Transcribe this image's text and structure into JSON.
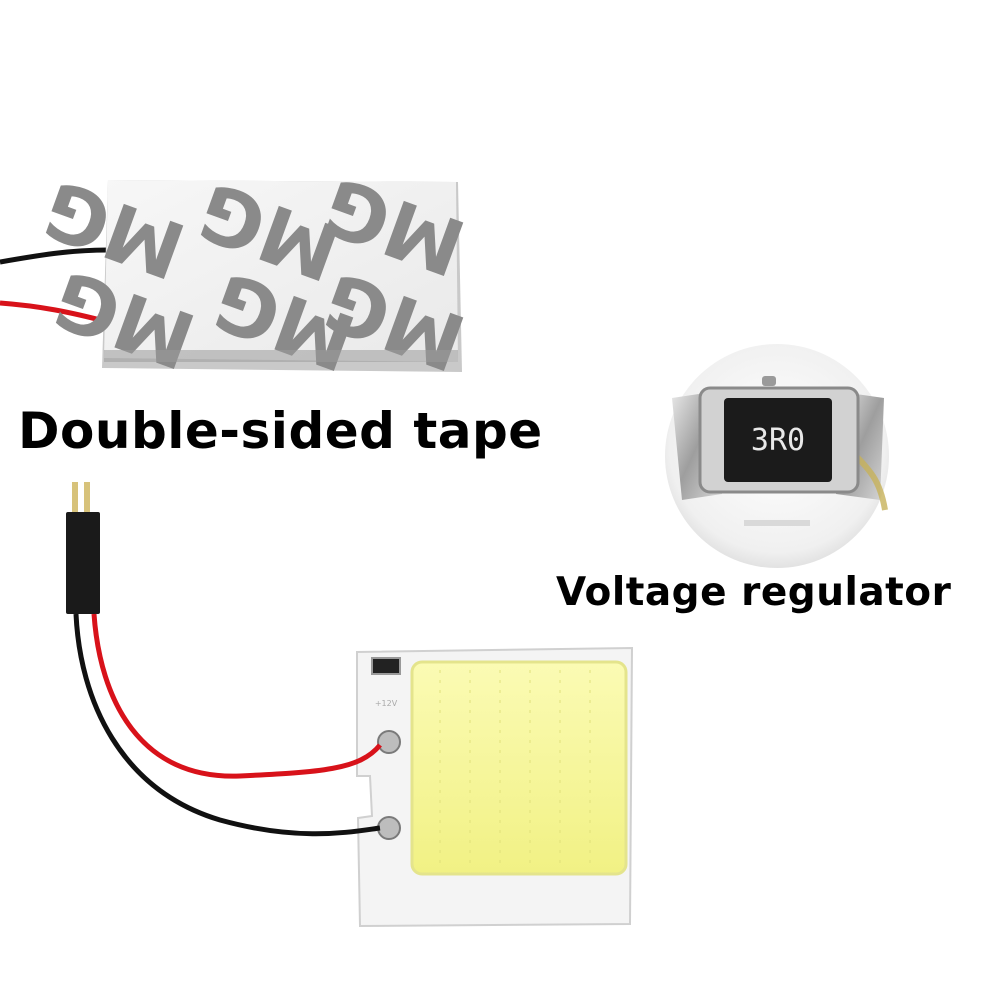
{
  "captions": {
    "tape": "Double-sided tape",
    "regulator": "Voltage regulator"
  },
  "tape_markings": [
    "MG"
  ],
  "resistor": {
    "code": "3R0"
  },
  "board": {
    "polarity_label": "+12V"
  },
  "colors": {
    "wire_red": "#d8121a",
    "wire_black": "#111111",
    "led_yellow": "#f7f79a",
    "tape_white": "#f3f3f3",
    "tape_gray": "#8a8a8a"
  },
  "icons": [
    "cob-led-panel",
    "double-sided-tape-pad",
    "smd-resistor-closeup",
    "t10-connector"
  ]
}
